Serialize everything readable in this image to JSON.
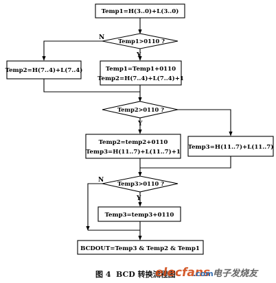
{
  "nodes": {
    "start": "Temp1=H(3..0)+L(3..0)",
    "d1": "Temp1>0110 ?",
    "n1_left": "Temp2=H(7..4)+L(7..4)",
    "n1_right_a": "Temp1=Temp1+0110",
    "n1_right_b": "Temp2=H(7..4)+L(7..4)+1",
    "d2": "Temp2>0110 ?",
    "n2_left_a": "Temp2=temp2+0110",
    "n2_left_b": "Temp3=H(11..7)+L(11..7)+1",
    "n2_right": "Temp3=H(11..7)+L(11..7)",
    "d3": "Temp3>0110 ?",
    "n3": "Temp3=temp3+0110",
    "end": "BCDOUT=Temp3 & Temp2 & Temp1"
  },
  "labels": {
    "no": "N",
    "yes": "Y"
  },
  "caption": {
    "figure": "图 4",
    "title": "BCD 转换流程图"
  },
  "watermark": {
    "site": "elecfans",
    "domain": ".com",
    "cn": "电子发烧友"
  }
}
